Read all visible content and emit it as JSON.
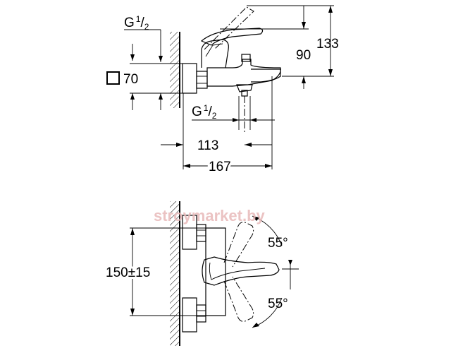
{
  "top_view": {
    "thread_top_main": "G",
    "thread_top_num": "1",
    "thread_top_den": "2",
    "square_label": "70",
    "thread_bottom_main": "G",
    "thread_bottom_num": "1",
    "thread_bottom_den": "2",
    "dim_90": "90",
    "dim_133": "133",
    "dim_113": "113",
    "dim_167": "167"
  },
  "bottom_view": {
    "watermark": "stroymarket.by",
    "dim_150": "150±15",
    "angle_top": "55°",
    "angle_bottom": "55°"
  }
}
